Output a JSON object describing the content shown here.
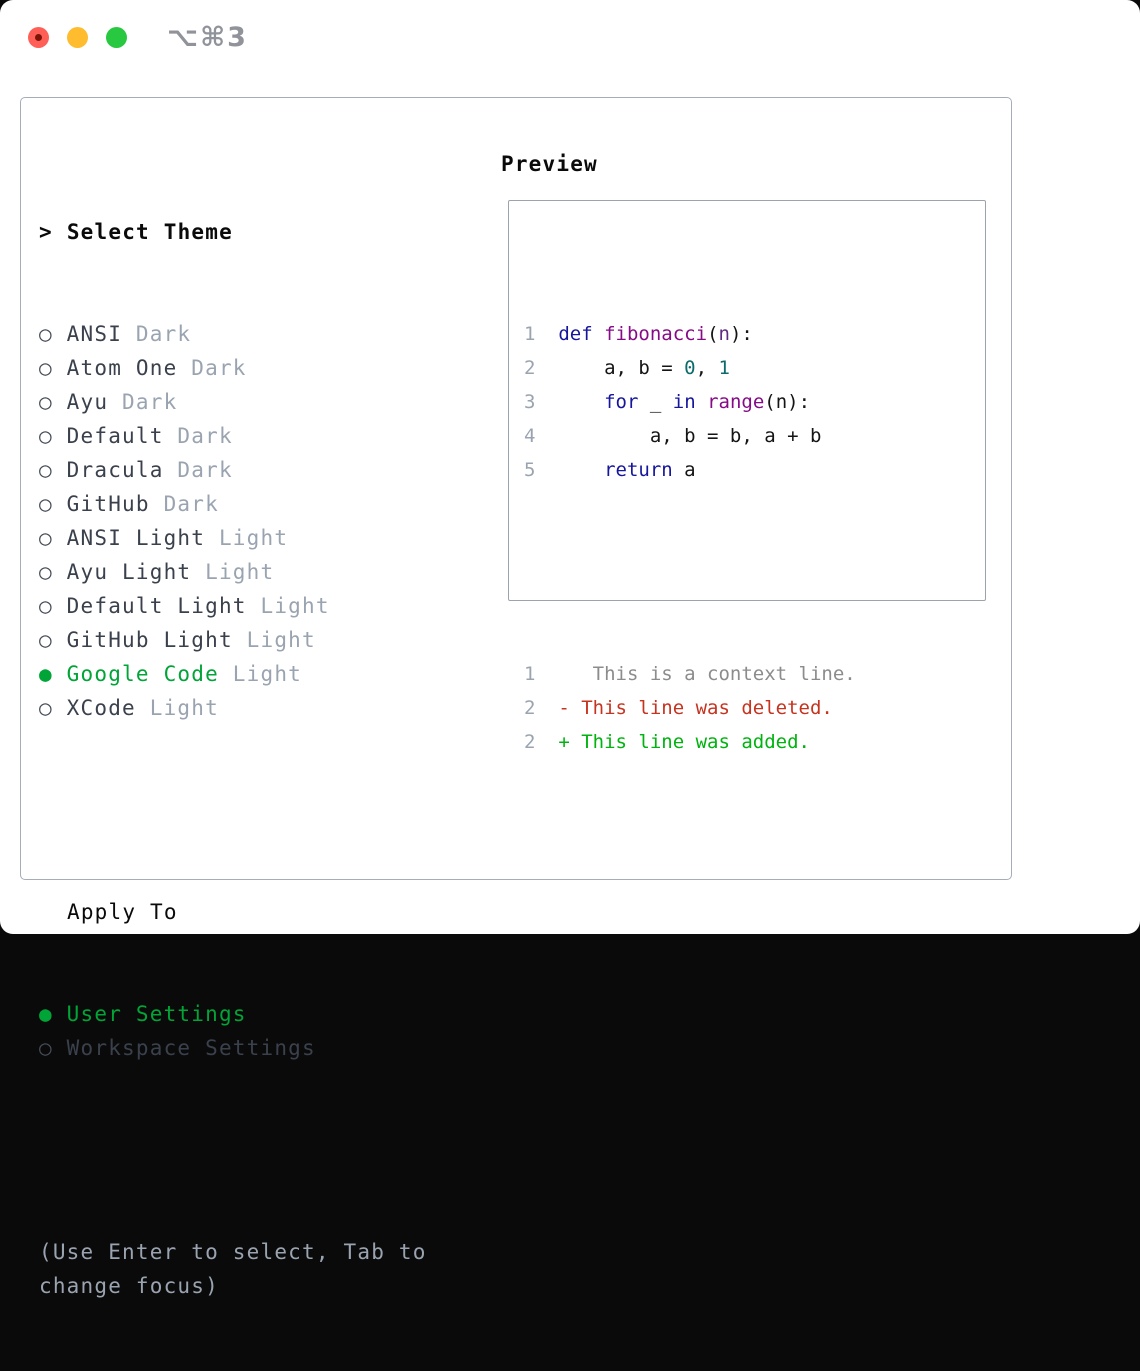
{
  "window": {
    "title": "⌥⌘3",
    "traffic_lights": [
      {
        "name": "close",
        "color": "#ff5f57",
        "inner_dot": true
      },
      {
        "name": "minimize",
        "color": "#febc2e",
        "inner_dot": false
      },
      {
        "name": "zoom",
        "color": "#28c840",
        "inner_dot": false
      }
    ]
  },
  "theme_list": {
    "cursor": ">",
    "header": "Select Theme",
    "bullet_unselected": "○",
    "bullet_selected": "●",
    "items": [
      {
        "name": "ANSI",
        "variant": "Dark",
        "selected": false
      },
      {
        "name": "Atom One",
        "variant": "Dark",
        "selected": false
      },
      {
        "name": "Ayu",
        "variant": "Dark",
        "selected": false
      },
      {
        "name": "Default",
        "variant": "Dark",
        "selected": false
      },
      {
        "name": "Dracula",
        "variant": "Dark",
        "selected": false
      },
      {
        "name": "GitHub",
        "variant": "Dark",
        "selected": false
      },
      {
        "name": "ANSI Light",
        "variant": "Light",
        "selected": false
      },
      {
        "name": "Ayu Light",
        "variant": "Light",
        "selected": false
      },
      {
        "name": "Default Light",
        "variant": "Light",
        "selected": false
      },
      {
        "name": "GitHub Light",
        "variant": "Light",
        "selected": false
      },
      {
        "name": "Google Code",
        "variant": "Light",
        "selected": true
      },
      {
        "name": "XCode",
        "variant": "Light",
        "selected": false
      }
    ]
  },
  "apply_to": {
    "header": "Apply To",
    "items": [
      {
        "label": "User Settings",
        "selected": true
      },
      {
        "label": "Workspace Settings",
        "selected": false
      }
    ]
  },
  "help_text": "(Use Enter to select, Tab to change focus)",
  "preview": {
    "header": "Preview",
    "code_lines": [
      [
        [
          "1  ",
          "lineno"
        ],
        [
          "def",
          "keyword"
        ],
        [
          " ",
          "plain"
        ],
        [
          "fibonacci",
          "function"
        ],
        [
          "(",
          "plain"
        ],
        [
          "n",
          "param"
        ],
        [
          "):",
          "plain"
        ]
      ],
      [
        [
          "2  ",
          "lineno"
        ],
        [
          "    a, b = ",
          "plain"
        ],
        [
          "0",
          "number"
        ],
        [
          ", ",
          "plain"
        ],
        [
          "1",
          "number"
        ]
      ],
      [
        [
          "3  ",
          "lineno"
        ],
        [
          "    ",
          "plain"
        ],
        [
          "for",
          "keyword"
        ],
        [
          " _ ",
          "plain"
        ],
        [
          "in",
          "keyword"
        ],
        [
          " ",
          "plain"
        ],
        [
          "range",
          "function"
        ],
        [
          "(n):",
          "plain"
        ]
      ],
      [
        [
          "4  ",
          "lineno"
        ],
        [
          "        a, b = b, a + b",
          "plain"
        ]
      ],
      [
        [
          "5  ",
          "lineno"
        ],
        [
          "    ",
          "plain"
        ],
        [
          "return",
          "keyword"
        ],
        [
          " a",
          "plain"
        ]
      ]
    ],
    "diff_lines": [
      [
        [
          "1  ",
          "lineno"
        ],
        [
          "   This is a context line.",
          "context"
        ]
      ],
      [
        [
          "2  ",
          "lineno"
        ],
        [
          "- This line was deleted.",
          "deleted"
        ]
      ],
      [
        [
          "2  ",
          "lineno"
        ],
        [
          "+ This line was added.",
          "added"
        ]
      ]
    ]
  },
  "colors": {
    "accent_green": "#00a437",
    "added": "#00b30f",
    "deleted": "#c6331f",
    "context": "#8c8c8c",
    "lineno": "#9aa4b1",
    "keyword": "#16169c",
    "function": "#860b86",
    "param": "#5f2a84",
    "number": "#0d6b6b",
    "plain": "#141414",
    "muted": "#9aa4b1",
    "item_text": "#3a414c"
  }
}
